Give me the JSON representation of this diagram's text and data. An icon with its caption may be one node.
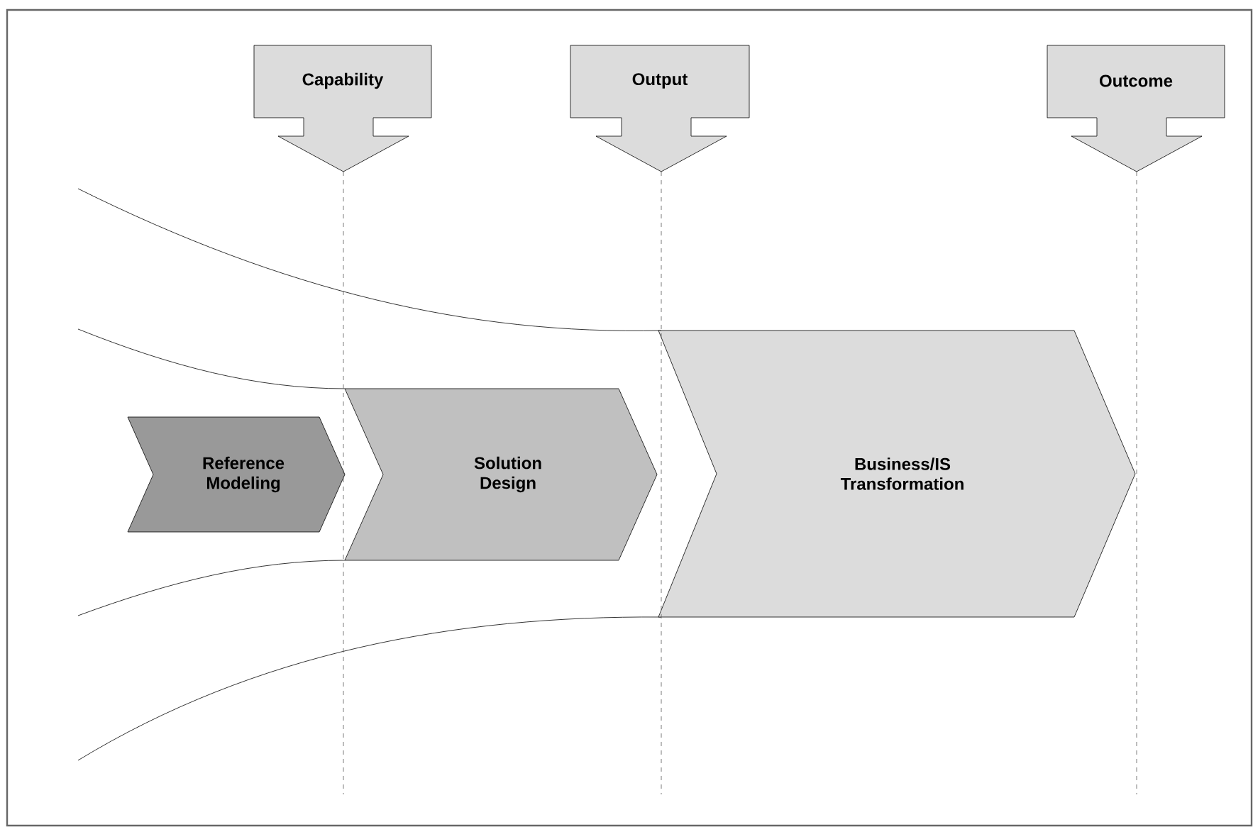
{
  "diagram": {
    "nodes": [
      {
        "text": [
          "Capability"
        ]
      },
      {
        "text": [
          "Output"
        ]
      },
      {
        "text": [
          "Outcome"
        ]
      },
      {
        "text": [
          "Reference Modeling"
        ]
      },
      {
        "text": [
          "Solution Design"
        ]
      },
      {
        "text": [
          "Business/IS Transformation"
        ]
      }
    ]
  }
}
